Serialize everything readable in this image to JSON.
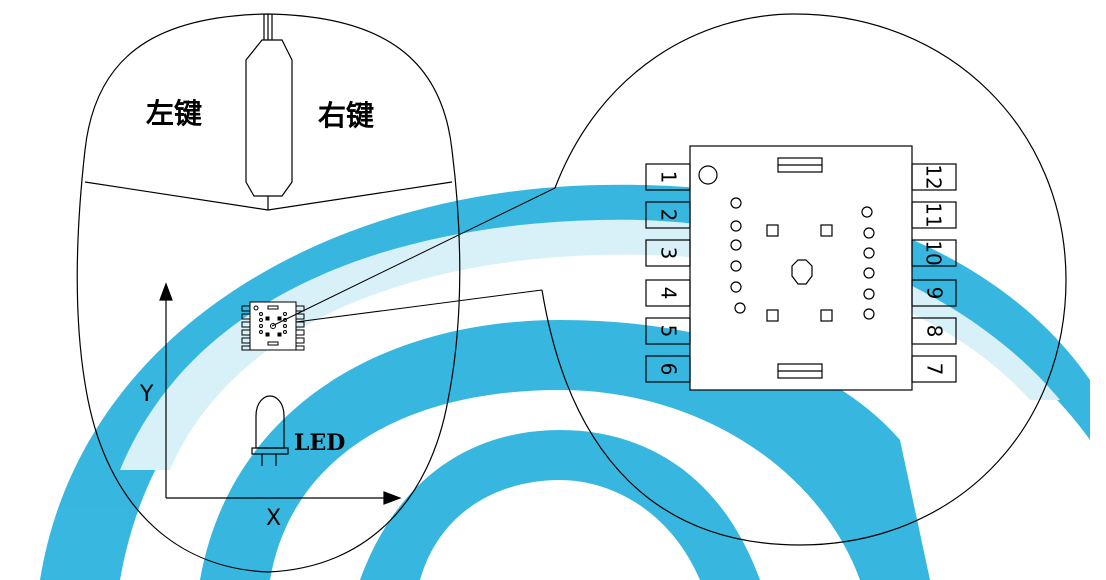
{
  "labels": {
    "left_key": "左键",
    "right_key": "右键",
    "led": "LED",
    "axis_x": "X",
    "axis_y": "Y"
  },
  "pins": {
    "left": [
      "1",
      "2",
      "3",
      "4",
      "5",
      "6"
    ],
    "right": [
      "12",
      "11",
      "10",
      "9",
      "8",
      "7"
    ]
  },
  "colors": {
    "line": "#000000",
    "watermark": "#27b3dd",
    "watermark_light": "#d8f1f8",
    "background": "#ffffff"
  }
}
